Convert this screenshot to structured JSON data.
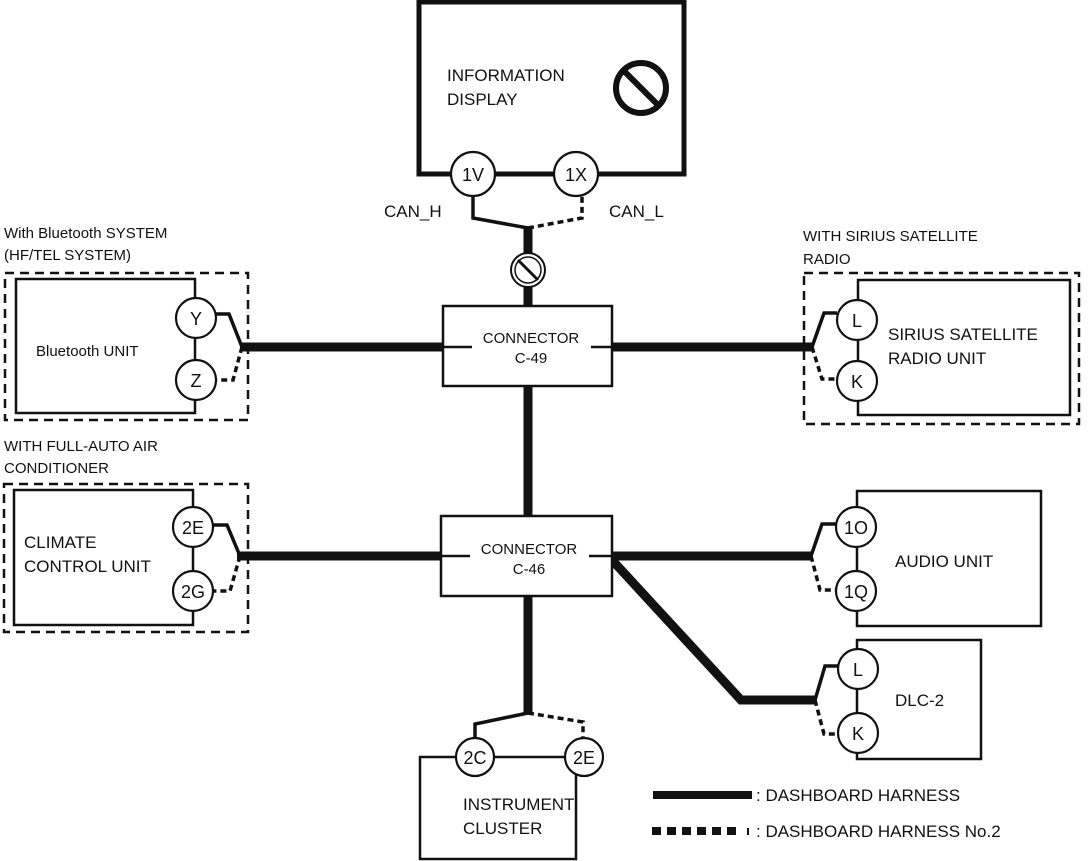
{
  "information_display": {
    "label_line1": "INFORMATION",
    "label_line2": "DISPLAY",
    "icon": "prohibited-icon",
    "pins": [
      "1V",
      "1X"
    ],
    "signal_high": "CAN_H",
    "signal_low": "CAN_L"
  },
  "connectors": [
    {
      "label_line1": "CONNECTOR",
      "label_line2": "C-49"
    },
    {
      "label_line1": "CONNECTOR",
      "label_line2": "C-46"
    }
  ],
  "bluetooth": {
    "option_line1": "With Bluetooth SYSTEM",
    "option_line2": "(HF/TEL SYSTEM)",
    "unit_label": "Bluetooth UNIT",
    "pins": [
      "Y",
      "Z"
    ]
  },
  "climate": {
    "option_line1": "WITH FULL-AUTO AIR",
    "option_line2": "CONDITIONER",
    "unit_line1": "CLIMATE",
    "unit_line2": "CONTROL UNIT",
    "pins": [
      "2E",
      "2G"
    ]
  },
  "sirius": {
    "option_line1": "WITH SIRIUS SATELLITE",
    "option_line2": "RADIO",
    "unit_line1": "SIRIUS SATELLITE",
    "unit_line2": "RADIO UNIT",
    "pins": [
      "L",
      "K"
    ]
  },
  "audio": {
    "unit_label": "AUDIO UNIT",
    "pins": [
      "1O",
      "1Q"
    ]
  },
  "dlc": {
    "unit_label": "DLC-2",
    "pins": [
      "L",
      "K"
    ]
  },
  "instrument_cluster": {
    "unit_line1": "INSTRUMENT",
    "unit_line2": "CLUSTER",
    "pins": [
      "2C",
      "2E"
    ]
  },
  "legend": {
    "solid_label": ": DASHBOARD HARNESS",
    "dashed_label": ": DASHBOARD HARNESS No.2"
  }
}
